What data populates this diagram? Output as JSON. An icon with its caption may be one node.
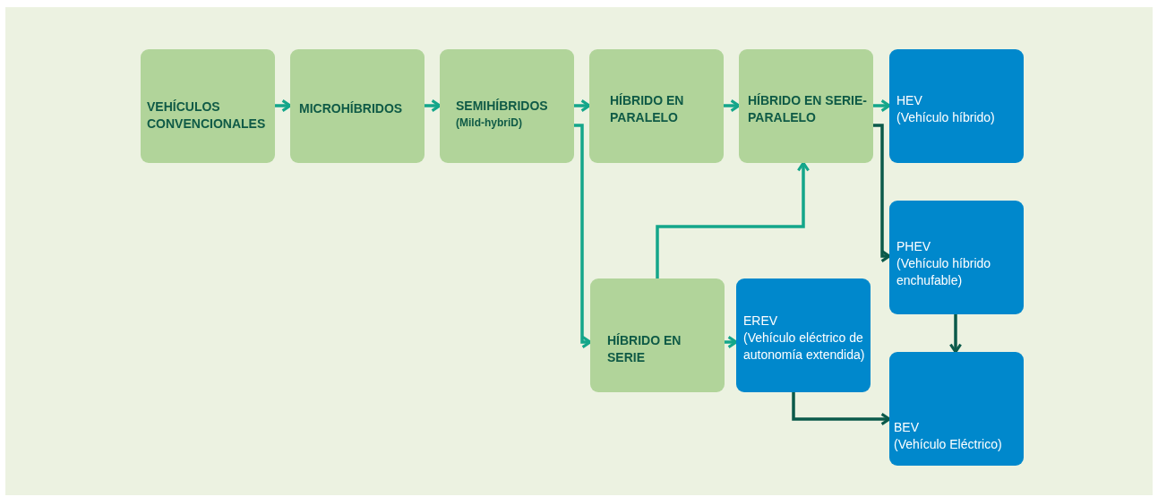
{
  "diagram": {
    "nodes": [
      {
        "text": [
          "VEHÍCULOS CONVENCIONALES"
        ]
      },
      {
        "text": [
          "MICROHÍBRIDOS"
        ]
      },
      {
        "text": [
          "SEMIHÍBRIDOS",
          "(Mild-hybriD)"
        ]
      },
      {
        "text": [
          "HÍBRIDO EN PARALELO"
        ]
      },
      {
        "text": [
          "HÍBRIDO EN SERIE-PARALELO"
        ]
      },
      {
        "text": [
          "HEV",
          "(Vehículo híbrido)"
        ]
      },
      {
        "text": [
          "PHEV",
          "(Vehículo híbrido enchufable)"
        ]
      },
      {
        "text": [
          "HÍBRIDO EN SERIE"
        ]
      },
      {
        "text": [
          "EREV",
          "(Vehículo eléctrico de autonomía extendida)"
        ]
      },
      {
        "text": [
          "BEV",
          "(Vehículo Eléctrico)"
        ]
      }
    ],
    "edges": [
      {
        "from": 0,
        "to": 1,
        "arrow": "to"
      },
      {
        "from": 1,
        "to": 2,
        "arrow": "to"
      },
      {
        "from": 2,
        "to": 3,
        "arrow": "to"
      },
      {
        "from": 3,
        "to": 4,
        "arrow": "to"
      },
      {
        "from": 4,
        "to": 5,
        "arrow": "to"
      },
      {
        "from": 2,
        "to": 7,
        "arrow": "to"
      },
      {
        "from": 7,
        "to": 4,
        "arrow": "to"
      },
      {
        "from": 7,
        "to": 8,
        "arrow": "to"
      },
      {
        "from": 4,
        "to": 6,
        "arrow": "to",
        "color": "#0b5a4a"
      },
      {
        "from": 6,
        "to": 9,
        "arrow": "to",
        "color": "#0b5a4a"
      },
      {
        "from": 8,
        "to": 9,
        "arrow": "to",
        "color": "#0b5a4a"
      }
    ]
  }
}
